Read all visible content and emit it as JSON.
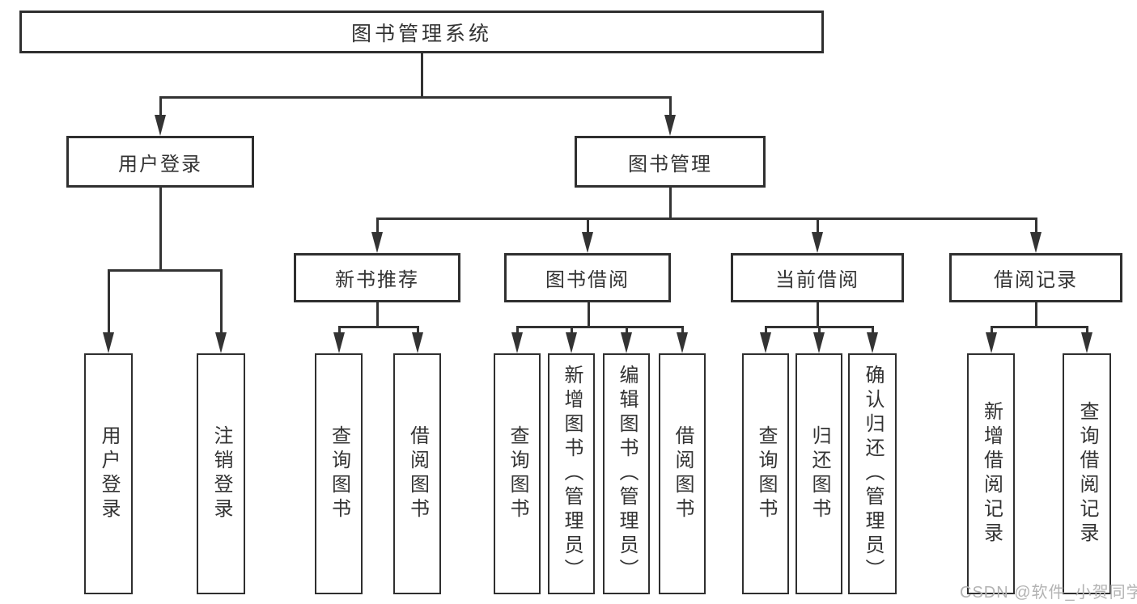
{
  "tree": {
    "root": "图书管理系统",
    "user": {
      "label": "用户登录",
      "children": {
        "login": "用户登录",
        "logout": "注销登录"
      }
    },
    "book": {
      "label": "图书管理",
      "sections": {
        "new_book": {
          "label": "新书推荐",
          "children": {
            "query": "查询图书",
            "borrow": "借阅图书"
          }
        },
        "borrow": {
          "label": "图书借阅",
          "children": {
            "query": "查询图书",
            "add": "新增图书（管理员）",
            "edit": "编辑图书（管理员）",
            "borrow": "借阅图书"
          }
        },
        "current": {
          "label": "当前借阅",
          "children": {
            "query": "查询图书",
            "return": "归还图书",
            "confirm": "确认归还（管理员）"
          }
        },
        "record": {
          "label": "借阅记录",
          "children": {
            "add": "新增借阅记录",
            "query": "查询借阅记录"
          }
        }
      }
    }
  },
  "watermark": "CSDN @软件_小贺同学",
  "colors": {
    "line": "#333333",
    "text": "#333333",
    "watermark": "#b3b3b3",
    "background": "#ffffff"
  }
}
